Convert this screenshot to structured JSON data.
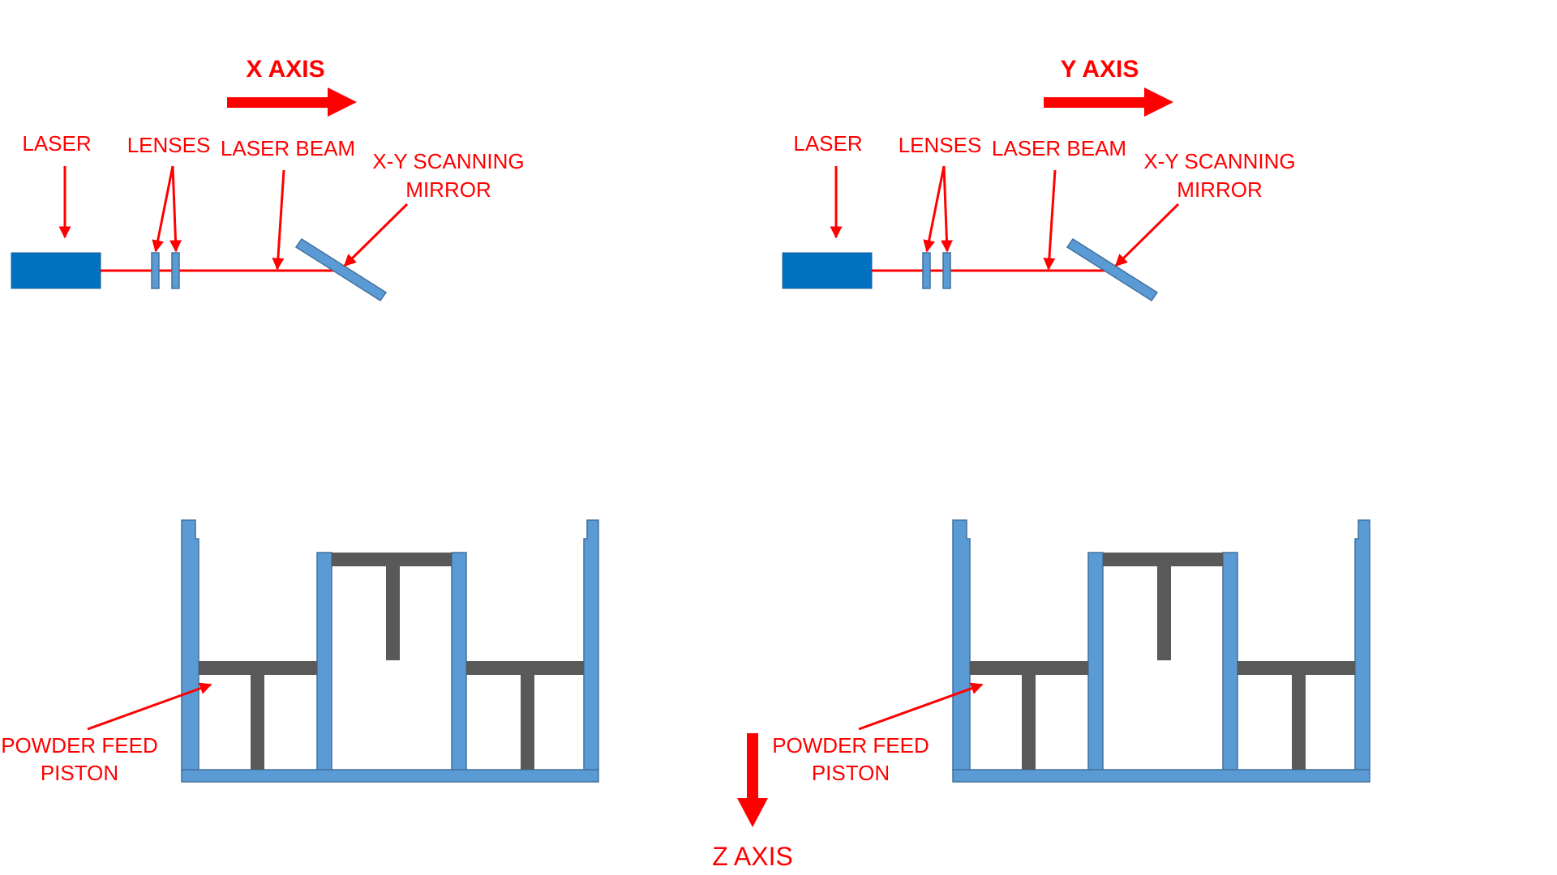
{
  "diagram": {
    "x_axis_label": "X AXIS",
    "y_axis_label": "Y AXIS",
    "z_axis_label": "Z AXIS",
    "left_setup": {
      "laser_label": "LASER",
      "lenses_label": "LENSES",
      "laser_beam_label": "LASER BEAM",
      "mirror_label_line1": "X-Y SCANNING",
      "mirror_label_line2": "MIRROR",
      "powder_label_line1": "POWDER FEED",
      "powder_label_line2": "PISTON"
    },
    "right_setup": {
      "laser_label": "LASER",
      "lenses_label": "LENSES",
      "laser_beam_label": "LASER BEAM",
      "mirror_label_line1": "X-Y SCANNING",
      "mirror_label_line2": "MIRROR",
      "powder_label_line1": "POWDER FEED",
      "powder_label_line2": "PISTON"
    },
    "colors": {
      "annotation": "#ff0000",
      "laser_body": "#0070c0",
      "frame": "#5b9bd5",
      "frame_stroke": "#41719c",
      "piston": "#595959"
    }
  }
}
